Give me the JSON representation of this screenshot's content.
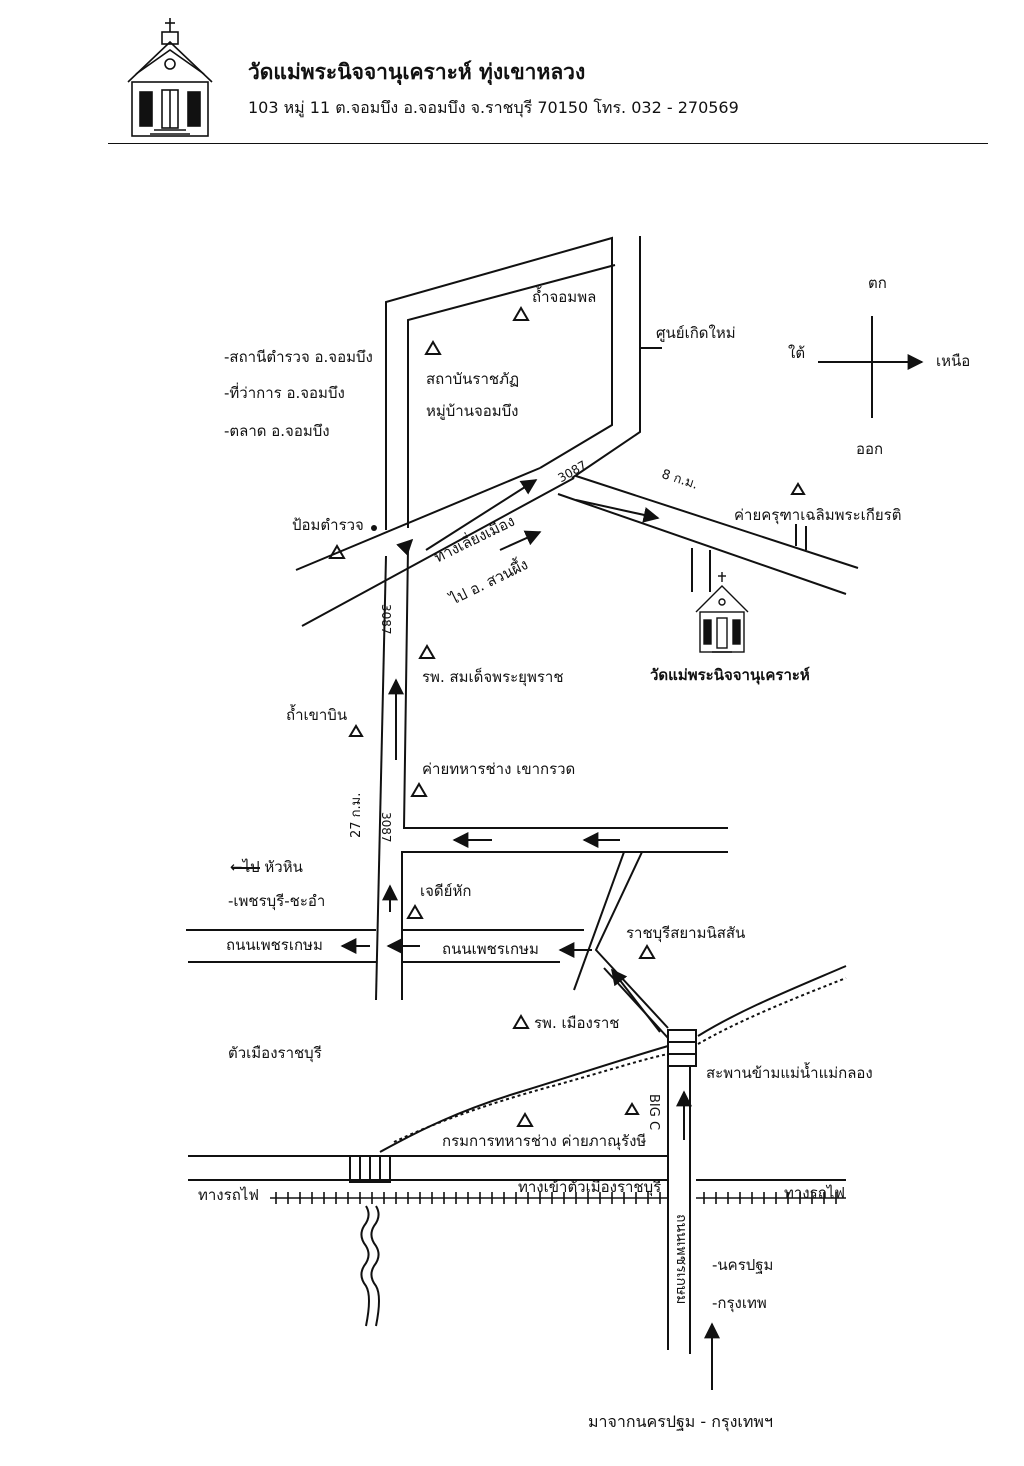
{
  "header": {
    "title": "วัดแม่พระนิจจานุเคราะห์ ทุ่งเขาหลวง",
    "address": "103 หมู่ 11  ต.จอมบึง อ.จอมบึง  จ.ราชบุรี  70150 โทร. 032 - 270569",
    "logo_icon": "church-icon"
  },
  "compass": {
    "top": "ตก",
    "bottom": "ออก",
    "left": "ใต้",
    "right": "เหนือ"
  },
  "labels": {
    "tham_jom_phon": "ถ้ำจอมพล",
    "institute_1": "สถาบันราชภัฏ",
    "institute_2": "หมู่บ้านจอมบึง",
    "newborn_center": "ศูนย์เกิดใหม่",
    "district_1": "-สถานีตำรวจ อ.จอมบึง",
    "district_2": "-ที่ว่าการ อ.จอมบึง",
    "district_3": "-ตลาด อ.จอมบึง",
    "police_box": "ป้อมตำรวจ",
    "bypass": "ทางเลี่ยงเมือง",
    "road_3087_a": "3087",
    "road_3087_b": "3087",
    "road_3087_c": "3087",
    "to_suan_phueng": "ไป อ. สวนผึ้ง",
    "km_8": "8 ก.ม.",
    "camp_karuna": "ค่ายครุฑาเฉลิมพระเกียรติ",
    "church_name": "วัดแม่พระนิจจานุเคราะห์",
    "hospital_somdet": "รพ. สมเด็จพระยุพราช",
    "cave_left": "ถ้ำเขาบิน",
    "camp_engineer": "ค่ายทหารช่าง เขากรวด",
    "km_27": "27 ก.ม.",
    "to_hua_hin": "←ไป หัวหิน",
    "phetchaburi": "-เพชรบุรี-ชะอำ",
    "chedi_hak": "เจดีย์หัก",
    "phetkasem_left": "ถนนเพชรเกษม",
    "phetkasem_right": "ถนนเพชรเกษม",
    "ratchaburi_siam": "ราชบุรีสยามนิสสัน",
    "hospital_mueang": "รพ. เมืองราช",
    "town": "ตัวเมืองราชบุรี",
    "bridge": "สะพานข้ามแม่น้ำแม่กลอง",
    "big_c": "BIG C",
    "engineer_dept": "กรมการทหารช่าง ค่ายภาณุรังษี",
    "railway_left": "ทางรถไฟ",
    "railway_right": "ทางรถไฟ",
    "town_entrance": "ทางเข้าตัวเมืองราชบุรี",
    "phetkasem_vertical": "ถนนเพชรเกษม",
    "nakhon_pathom": "-นครปฐม",
    "bangkok": "-กรุงเทพ",
    "from_bangkok": "มาจากนครปฐม - กรุงเทพฯ"
  }
}
